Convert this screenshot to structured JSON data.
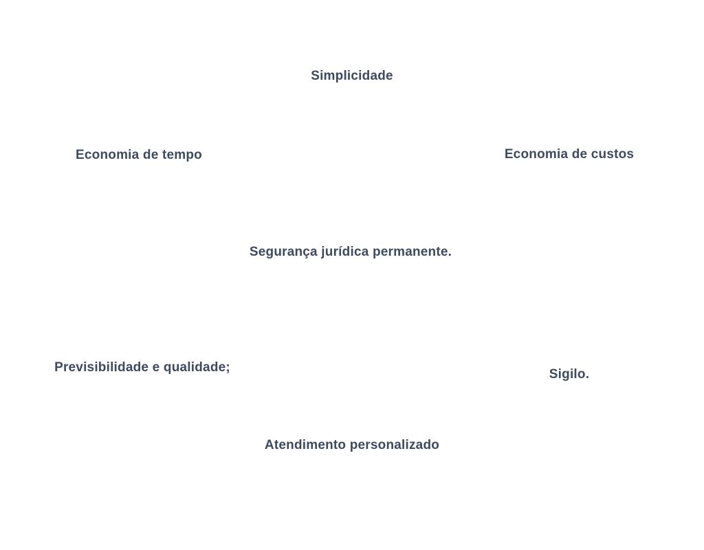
{
  "benefits": {
    "simplicidade": "Simplicidade",
    "economia_tempo": "Economia de tempo",
    "economia_custos": "Economia de custos",
    "seguranca": "Segurança jurídica permanente.",
    "previsibilidade": "Previsibilidade e qualidade;",
    "sigilo": "Sigilo.",
    "atendimento": "Atendimento personalizado"
  },
  "colors": {
    "text": "#3d4a5f",
    "background": "#ffffff"
  }
}
